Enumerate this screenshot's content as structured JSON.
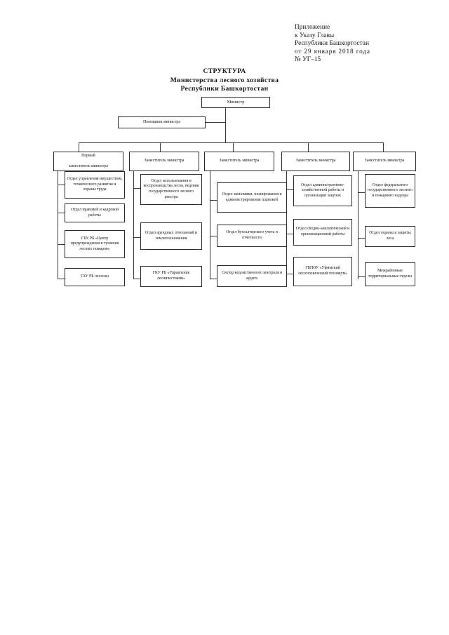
{
  "document": {
    "reference": {
      "line1": "Приложение",
      "line2": "к Указу Главы",
      "line3": "Республики Башкортостан",
      "line4": "от  29  января  2018  года",
      "numero_symbol": "№",
      "line5": "УГ–15"
    },
    "title": {
      "line1": "СТРУКТУРА",
      "line2": "Министерства лесного хозяйства",
      "line3": "Республики Башкортостан"
    }
  },
  "org_chart": {
    "minister": "Министр",
    "assistant": "Помощник министра",
    "columns": [
      {
        "head": "Первый\nзаместитель министра",
        "head_line1": "Первый",
        "head_line2": "заместитель министра",
        "units": [
          "Отдел управления имуществом, технического развития и охраны труда",
          "Отдел правовой и кадровой работы",
          "ГБУ РБ «Центр предупреждения и тушения лесных пожаров»",
          "ГАУ РБ лесхозы"
        ]
      },
      {
        "head": "Заместитель министра",
        "head_line1": "Заместитель министра",
        "head_line2": "",
        "units": [
          "Отдел использования и воспроизводства лесов, ведения государственного лесного реестра",
          "Отдел арендных отношений и землепользования",
          "ГКУ РБ «Управление лесничествами»"
        ]
      },
      {
        "head": "Заместитель министра",
        "head_line1": "Заместитель министра",
        "head_line2": "",
        "units": [
          "Отдел экономики, планирования и администрирования платежей",
          "Отдел бухгалтерского учета и отчетности",
          "Сектор ведомственного контроля и аудита"
        ]
      },
      {
        "head": "Заместитель министра",
        "head_line1": "Заместитель министра",
        "head_line2": "",
        "units": [
          "Отдел административно-хозяйственной работы и организации закупок",
          "Отдел сводно-аналитической и организационной работы",
          "ГБПОУ «Уфимский лесотехнический техникум»"
        ]
      },
      {
        "head": "Заместитель министра",
        "head_line1": "Заместитель министра",
        "head_line2": "",
        "units": [
          "Отдел федерального государственного лесного и пожарного надзора",
          "Отдел охраны и защиты леса",
          "Межрайонные территориальные отделы"
        ]
      }
    ]
  },
  "colors": {
    "page_background": "#ffffff",
    "text": "#141414",
    "box_border": "#2b2b2b",
    "connector": "#3a3a3a"
  }
}
